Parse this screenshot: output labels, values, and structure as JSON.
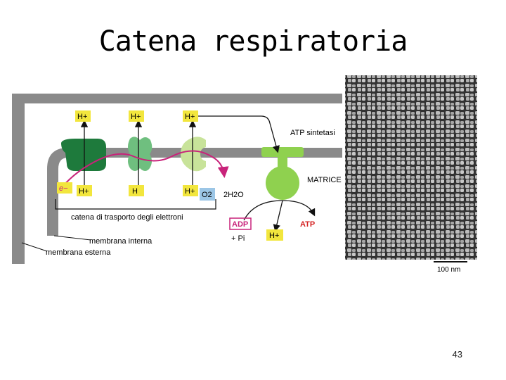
{
  "title": "Catena respiratoria",
  "page_number": "43",
  "diagram": {
    "h_top_1": "H+",
    "h_top_2": "H+",
    "h_top_3": "H+",
    "h_bottom_1": "H+",
    "h_bottom_2": "H",
    "h_bottom_3": "H+",
    "electron": "e−",
    "o2": "O2",
    "water": "2H2O",
    "atp_synthase": "ATP sintetasi",
    "matrix": "MATRICE",
    "chain_label": "catena di trasporto degli elettroni",
    "adp": "ADP",
    "pi": "+ Pi",
    "atp": "ATP",
    "h_plus_synthase": "H+",
    "inner_membrane": "membrana interna",
    "outer_membrane": "membrana esterna"
  },
  "micrograph": {
    "scale_bar": "100 nm"
  },
  "colors": {
    "complex1": "#1e7a3c",
    "complex2": "#6fbf7f",
    "complex3": "#c8e39a",
    "atp_synthase": "#8fd14f",
    "electron_path": "#c8237a",
    "h_badge": "#f2e63d",
    "o2_badge": "#9cc6e6",
    "membrane": "#8a8a8a"
  }
}
